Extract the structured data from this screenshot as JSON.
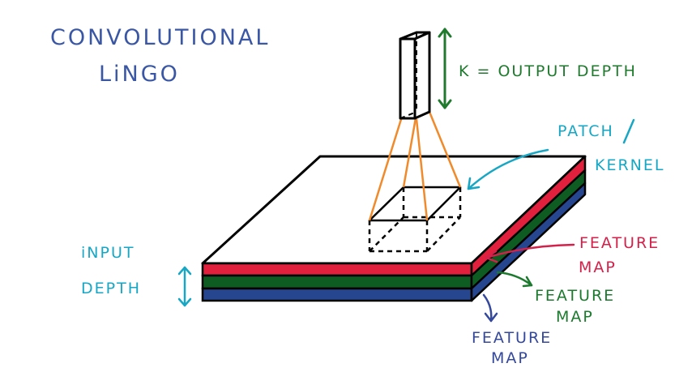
{
  "title": {
    "line1": "CONVOLUTIONAL",
    "line2": "LiNGO"
  },
  "labels": {
    "output_depth": "K = OUTPUT DEPTH",
    "patch_line1": "PATCH",
    "patch_line2": "KERNEL",
    "input_line1": "iNPUT",
    "input_line2": "DEPTH",
    "feature_map_red_line1": "FEATURE",
    "feature_map_red_line2": "MAP",
    "feature_map_green_line1": "FEATURE",
    "feature_map_green_line2": "MAP",
    "feature_map_blue_line1": "FEATURE",
    "feature_map_blue_line2": "MAP"
  },
  "colors": {
    "background": "#ffffff",
    "title_blue": "#3a57a6",
    "output_green": "#1f7a2e",
    "patch_cyan": "#17a7c4",
    "input_cyan": "#17a7c4",
    "feature_red": "#d2214a",
    "feature_green": "#1b7a2d",
    "feature_blue": "#34489c",
    "connector_orange": "#f08a2a",
    "layer_red": "#e0203c",
    "layer_green": "#0f5c22",
    "layer_blue": "#26468f",
    "outline": "#000000"
  }
}
